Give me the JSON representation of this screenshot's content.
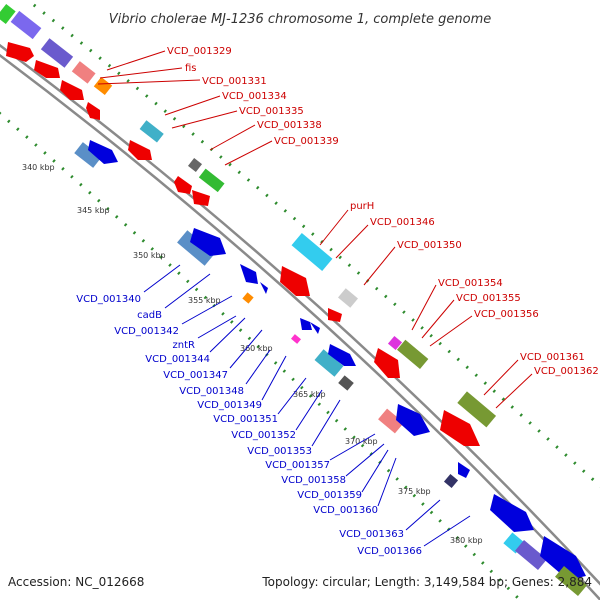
{
  "title": "Vibrio cholerae MJ-1236 chromosome 1, complete genome",
  "footer": {
    "accession": "Accession: NC_012668",
    "topology": "Topology: circular; Length: 3,149,584 bp; Genes: 2,884"
  },
  "colors": {
    "forward_label": "#cc0000",
    "reverse_label": "#0000cc",
    "backbone": "#8a8a8a",
    "dotted_track": "#2e8b2e"
  },
  "kbp_ticks": [
    "340 kbp",
    "345 kbp",
    "350 kbp",
    "355 kbp",
    "360 kbp",
    "365 kbp",
    "370 kbp",
    "375 kbp",
    "380 kbp"
  ],
  "forward_labels": [
    "VCD_001329",
    "fis",
    "VCD_001331",
    "VCD_001334",
    "VCD_001335",
    "VCD_001338",
    "VCD_001339",
    "purH",
    "VCD_001346",
    "VCD_001350",
    "VCD_001354",
    "VCD_001355",
    "VCD_001356",
    "VCD_001361",
    "VCD_001362"
  ],
  "reverse_labels": [
    "VCD_001340",
    "cadB",
    "VCD_001342",
    "zntR",
    "VCD_001344",
    "VCD_001347",
    "VCD_001348",
    "VCD_001349",
    "VCD_001351",
    "VCD_001352",
    "VCD_001353",
    "VCD_001357",
    "VCD_001358",
    "VCD_001359",
    "VCD_001360",
    "VCD_001363",
    "VCD_001366"
  ]
}
